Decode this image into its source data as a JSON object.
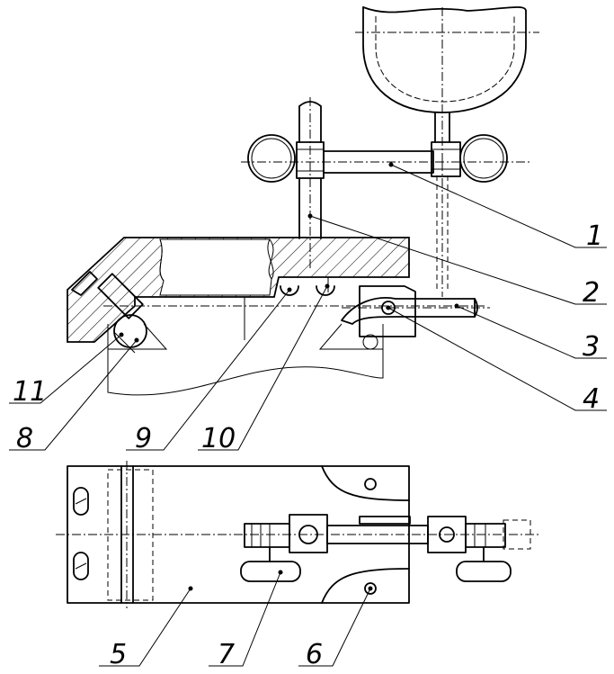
{
  "labels": [
    {
      "id": "1",
      "text": "1"
    },
    {
      "id": "2",
      "text": "2"
    },
    {
      "id": "3",
      "text": "3"
    },
    {
      "id": "4",
      "text": "4"
    },
    {
      "id": "5",
      "text": "5"
    },
    {
      "id": "6",
      "text": "6"
    },
    {
      "id": "7",
      "text": "7"
    },
    {
      "id": "8",
      "text": "8"
    },
    {
      "id": "9",
      "text": "9"
    },
    {
      "id": "10",
      "text": "10"
    },
    {
      "id": "11",
      "text": "11"
    }
  ]
}
